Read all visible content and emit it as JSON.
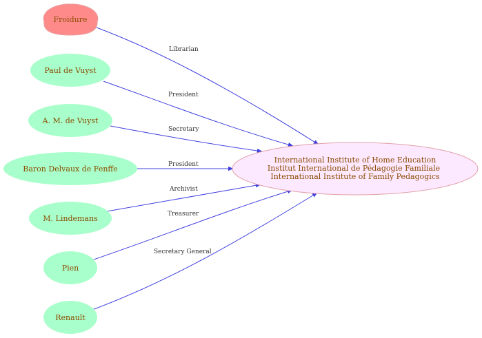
{
  "colors": {
    "person_fill": "#a9ffcb",
    "person_special_fill": "#ff8a8a",
    "org_fill": "#fde9ff",
    "org_stroke": "#e0a0a8",
    "edge": "#4040e0",
    "label_text": "#8a4a00"
  },
  "organization": {
    "lines": [
      "International Institute of Home Education",
      "Institut International de Pédagogie Familiale",
      "International Institute of Family Pedagogics"
    ]
  },
  "people": [
    {
      "name": "Froidure",
      "role": "Librarian",
      "highlight": true
    },
    {
      "name": "Paul de Vuyst",
      "role": "President"
    },
    {
      "name": "A. M. de Vuyst",
      "role": "Secretary"
    },
    {
      "name": "Baron Delvaux de Fenffe",
      "role": "President"
    },
    {
      "name": "M. Lindemans",
      "role": "Archivist"
    },
    {
      "name": "Pien",
      "role": "Treasurer"
    },
    {
      "name": "Renault",
      "role": "Secretary General"
    }
  ]
}
